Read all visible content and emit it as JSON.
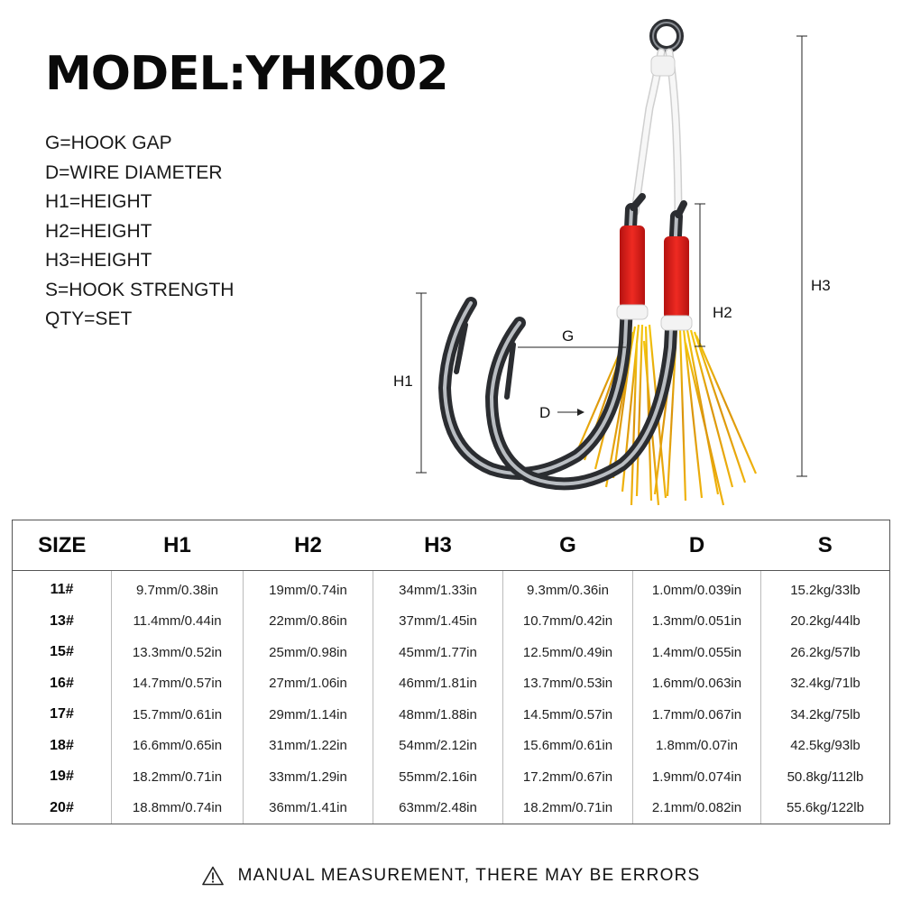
{
  "title": "MODEL:YHK002",
  "legend": [
    "G=HOOK GAP",
    "D=WIRE DIAMETER",
    "H1=HEIGHT",
    "H2=HEIGHT",
    "H3=HEIGHT",
    "S=HOOK STRENGTH",
    "QTY=SET"
  ],
  "diagram_labels": {
    "h1": "H1",
    "h2": "H2",
    "h3": "H3",
    "g": "G",
    "d": "D"
  },
  "colors": {
    "wrap_red": "#e0201c",
    "tinsel_gold": "#e0a400",
    "hook_steel": "#3a3d42",
    "line_white": "#f2f2f2"
  },
  "table": {
    "headers": [
      "SIZE",
      "H1",
      "H2",
      "H3",
      "G",
      "D",
      "S"
    ],
    "rows": [
      [
        "11#",
        "9.7mm/0.38in",
        "19mm/0.74in",
        "34mm/1.33in",
        "9.3mm/0.36in",
        "1.0mm/0.039in",
        "15.2kg/33lb"
      ],
      [
        "13#",
        "11.4mm/0.44in",
        "22mm/0.86in",
        "37mm/1.45in",
        "10.7mm/0.42in",
        "1.3mm/0.051in",
        "20.2kg/44lb"
      ],
      [
        "15#",
        "13.3mm/0.52in",
        "25mm/0.98in",
        "45mm/1.77in",
        "12.5mm/0.49in",
        "1.4mm/0.055in",
        "26.2kg/57lb"
      ],
      [
        "16#",
        "14.7mm/0.57in",
        "27mm/1.06in",
        "46mm/1.81in",
        "13.7mm/0.53in",
        "1.6mm/0.063in",
        "32.4kg/71lb"
      ],
      [
        "17#",
        "15.7mm/0.61in",
        "29mm/1.14in",
        "48mm/1.88in",
        "14.5mm/0.57in",
        "1.7mm/0.067in",
        "34.2kg/75lb"
      ],
      [
        "18#",
        "16.6mm/0.65in",
        "31mm/1.22in",
        "54mm/2.12in",
        "15.6mm/0.61in",
        "1.8mm/0.07in",
        "42.5kg/93lb"
      ],
      [
        "19#",
        "18.2mm/0.71in",
        "33mm/1.29in",
        "55mm/2.16in",
        "17.2mm/0.67in",
        "1.9mm/0.074in",
        "50.8kg/112lb"
      ],
      [
        "20#",
        "18.8mm/0.74in",
        "36mm/1.41in",
        "63mm/2.48in",
        "18.2mm/0.71in",
        "2.1mm/0.082in",
        "55.6kg/122lb"
      ]
    ]
  },
  "footer": {
    "icon": "warning-icon",
    "text": "MANUAL MEASUREMENT, THERE MAY BE ERRORS"
  }
}
